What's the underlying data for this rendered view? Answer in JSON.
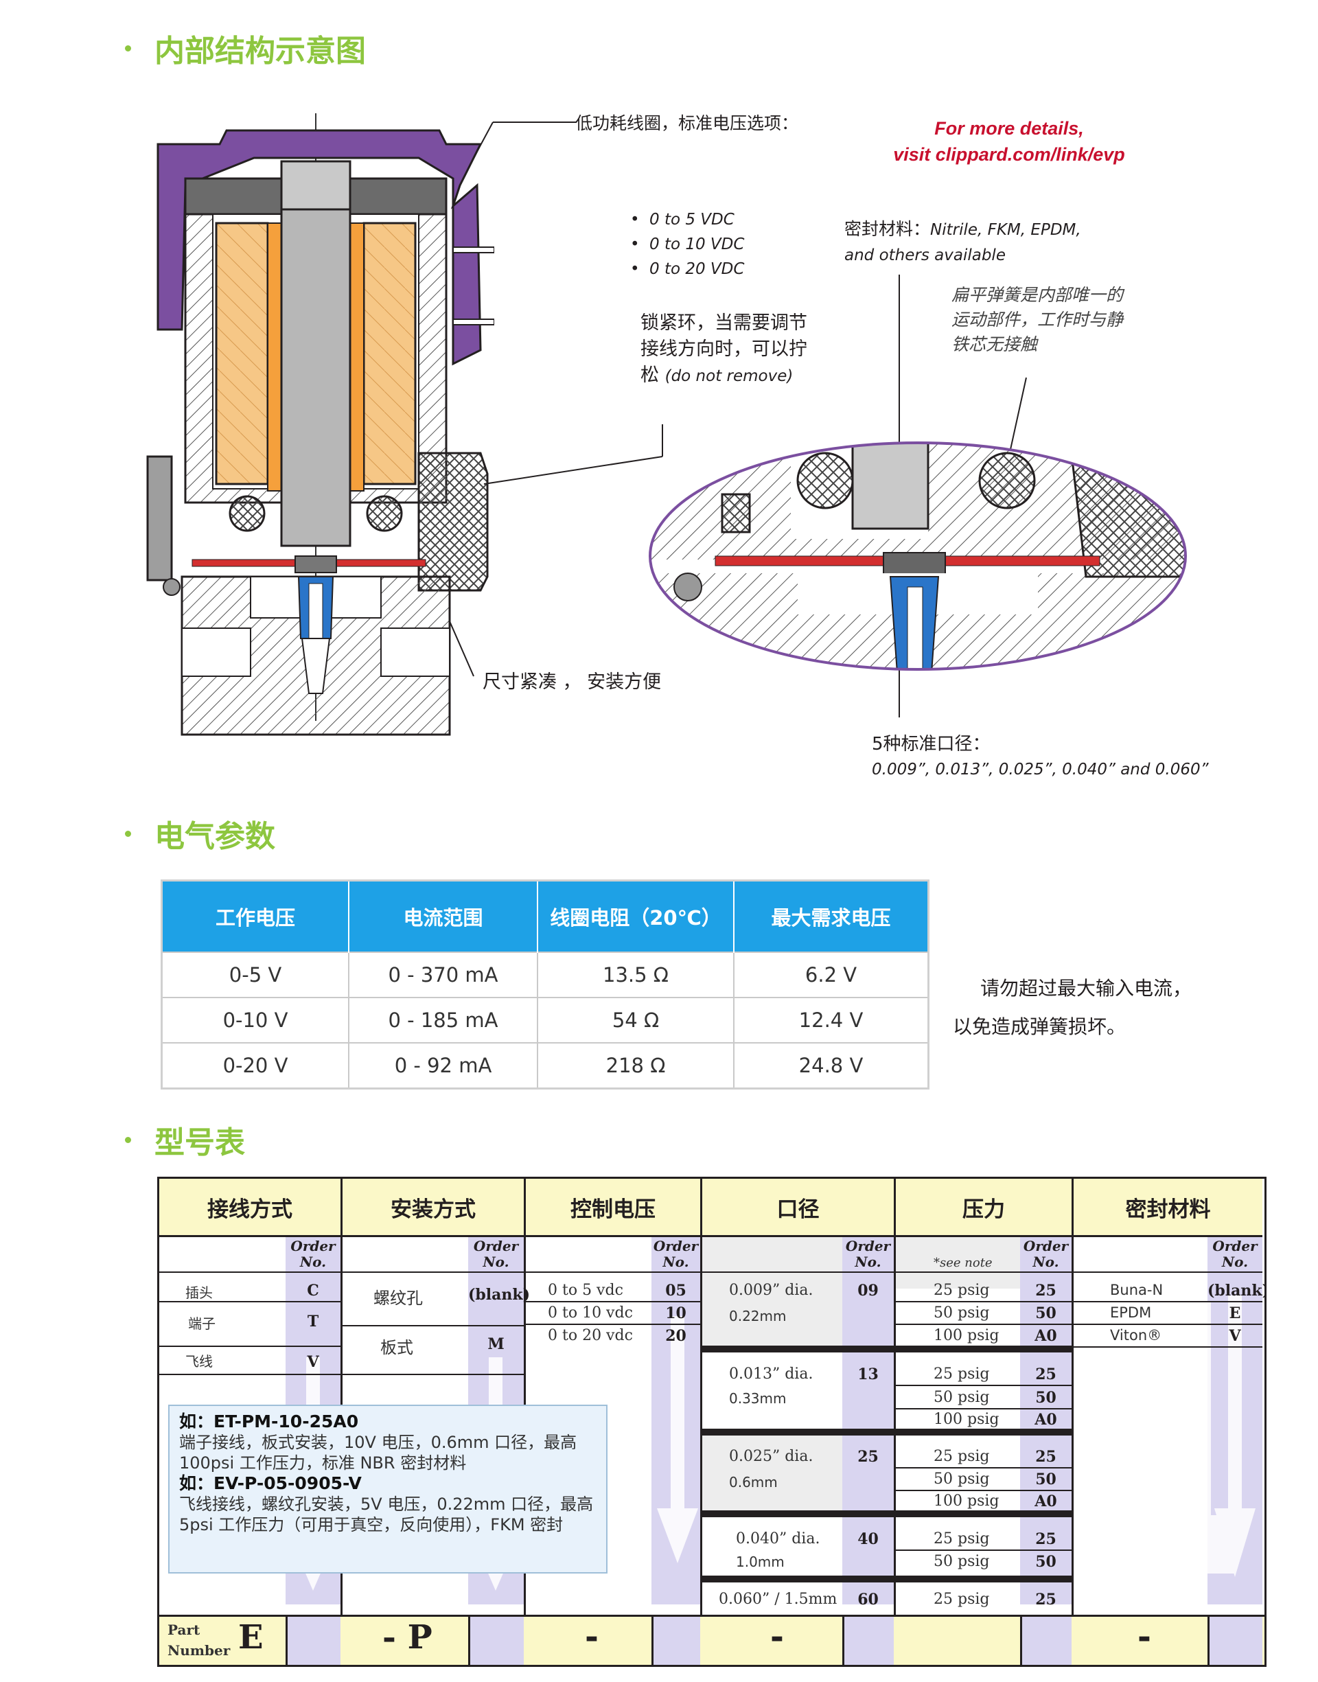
{
  "sections": {
    "structure": "内部结构示意图",
    "electrical": "电气参数",
    "model": "型号表"
  },
  "diagram": {
    "coil_label": "低功耗线圈，标准电压选项：",
    "voltages": [
      "0 to 5 VDC",
      "0 to 10 VDC",
      "0 to 20 VDC"
    ],
    "link_line1": "For more details,",
    "link_line2": "visit clippard.com/link/evp",
    "seal_label": "密封材料：",
    "seal_values": "Nitrile, FKM, EPDM,",
    "seal_values2": "and others available",
    "spring_l1": "扁平弹簧是内部唯一的",
    "spring_l2": "运动部件，工作时与静",
    "spring_l3": "铁芯无接触",
    "lock_l1": "锁紧环，当需要调节",
    "lock_l2": "接线方向时，可以拧",
    "lock_l3": "松",
    "lock_note": "(do not remove)",
    "compact": "尺寸紧凑 ， 安装方便",
    "orifice_label": "5种标准口径：",
    "orifice_values": "0.009”, 0.013”, 0.025”, 0.040” and 0.060”"
  },
  "electrical": {
    "headers": [
      "工作电压",
      "电流范围",
      "线圈电阻（20℃）",
      "最大需求电压"
    ],
    "rows": [
      [
        "0-5 V",
        "0 - 370 mA",
        "13.5 Ω",
        "6.2 V"
      ],
      [
        "0-10 V",
        "0 - 185 mA",
        "54 Ω",
        "12.4 V"
      ],
      [
        "0-20 V",
        "0 - 92 mA",
        "218 Ω",
        "24.8 V"
      ]
    ],
    "note_l1": "请勿超过最大输入电流，",
    "note_l2": "以免造成弹簧损坏。"
  },
  "model_table": {
    "headers": [
      "接线方式",
      "安装方式",
      "控制电压",
      "口径",
      "压力",
      "密封材料"
    ],
    "order_l1": "Order",
    "order_l2": "No.",
    "see_note": "*see note",
    "wiring": [
      {
        "label": "插头",
        "code": "C"
      },
      {
        "label": "端子",
        "code": "T"
      },
      {
        "label": "飞线",
        "code": "V"
      }
    ],
    "mounting": [
      {
        "label": "螺纹孔",
        "code": "(blank)"
      },
      {
        "label": "板式",
        "code": "M"
      }
    ],
    "voltage": [
      {
        "label": "0 to 5 vdc",
        "code": "05"
      },
      {
        "label": "0 to 10 vdc",
        "code": "10"
      },
      {
        "label": "0 to 20 vdc",
        "code": "20"
      }
    ],
    "orifice": [
      {
        "label": "0.009” dia.",
        "mm": "0.22mm",
        "code": "09"
      },
      {
        "label": "0.013” dia.",
        "mm": "0.33mm",
        "code": "13"
      },
      {
        "label": "0.025” dia.",
        "mm": "0.6mm",
        "code": "25"
      },
      {
        "label": "0.040” dia.",
        "mm": "1.0mm",
        "code": "40"
      },
      {
        "label": "0.060”  / 1.5mm",
        "mm": "",
        "code": "60"
      }
    ],
    "pressure_groups": [
      [
        [
          "25 psig",
          "25"
        ],
        [
          "50 psig",
          "50"
        ],
        [
          "100 psig",
          "A0"
        ]
      ],
      [
        [
          "25 psig",
          "25"
        ],
        [
          "50 psig",
          "50"
        ],
        [
          "100 psig",
          "A0"
        ]
      ],
      [
        [
          "25 psig",
          "25"
        ],
        [
          "50 psig",
          "50"
        ],
        [
          "100 psig",
          "A0"
        ]
      ],
      [
        [
          "25 psig",
          "25"
        ],
        [
          "50 psig",
          "50"
        ]
      ],
      [
        [
          "25 psig",
          "25"
        ]
      ]
    ],
    "seal": [
      {
        "label": "Buna-N",
        "code": "(blank)"
      },
      {
        "label": "EPDM",
        "code": "E"
      },
      {
        "label": "Viton®",
        "code": "V"
      }
    ],
    "part_l1": "Part",
    "part_l2": "Number",
    "part_prefix": "E",
    "sep_p": "- P",
    "dash": "-"
  },
  "example": {
    "e1_title": "如：ET-PM-10-25A0",
    "e1_text": "端子接线，板式安装，10V 电压，0.6mm 口径，最高 100psi 工作压力，标准 NBR 密封材料",
    "e2_title": "如：EV-P-05-0905-V",
    "e2_text": "飞线接线，螺纹孔安装，5V 电压，0.22mm 口径，最高 5psi 工作压力（可用于真空，反向使用），FKM 密封"
  },
  "colors": {
    "green": "#8dc63f",
    "blue": "#1ea1e6",
    "purple": "#7b4fa0",
    "yellow": "#fbf8c8",
    "lavender": "#d9d5f0",
    "red": "#c8102e"
  }
}
